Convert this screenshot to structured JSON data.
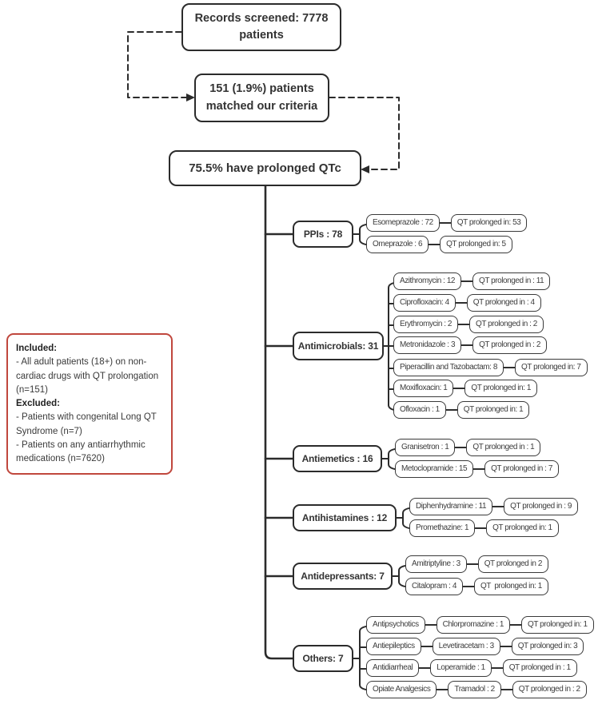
{
  "flow": {
    "records": "Records screened: 7778 patients",
    "matched": "151 (1.9%) patients matched our criteria",
    "qtc": "75.5% have prolonged QTc"
  },
  "criteria": {
    "included_label": "Included:",
    "included": [
      "- All adult patients (18+) on non-cardiac drugs with QT prolongation (n=151)"
    ],
    "excluded_label": "Excluded:",
    "excluded": [
      "- Patients with congenital Long QT Syndrome (n=7)",
      "- Patients on any antiarrhythmic medications (n=7620)"
    ]
  },
  "categories": [
    {
      "label": "PPIs : 78",
      "drugs": [
        {
          "name": "Esomeprazole : 72",
          "qt": "QT prolonged in: 53"
        },
        {
          "name": "Omeprazole : 6",
          "qt": "QT prolonged in: 5"
        }
      ]
    },
    {
      "label": "Antimicrobials: 31",
      "drugs": [
        {
          "name": "Azithromycin : 12",
          "qt": "QT prolonged in : 11"
        },
        {
          "name": "Ciprofloxacin: 4",
          "qt": "QT prolonged in : 4"
        },
        {
          "name": "Erythromycin : 2",
          "qt": "QT prolonged in : 2"
        },
        {
          "name": "Metronidazole : 3",
          "qt": "QT prolonged in : 2"
        },
        {
          "name": "Piperacillin and Tazobactam: 8",
          "qt": "QT prolonged in: 7"
        },
        {
          "name": "Moxifloxacin: 1",
          "qt": "QT prolonged in: 1"
        },
        {
          "name": "Ofloxacin : 1",
          "qt": "QT prolonged in: 1"
        }
      ]
    },
    {
      "label": "Antiemetics : 16",
      "drugs": [
        {
          "name": "Granisetron : 1",
          "qt": "QT prolonged in : 1"
        },
        {
          "name": "Metoclopramide : 15",
          "qt": "QT prolonged in : 7"
        }
      ]
    },
    {
      "label": "Antihistamines : 12",
      "drugs": [
        {
          "name": "Diphenhydramine : 11",
          "qt": "QT prolonged in : 9"
        },
        {
          "name": "Promethazine: 1",
          "qt": "QT prolonged in: 1"
        }
      ]
    },
    {
      "label": "Antidepressants: 7",
      "drugs": [
        {
          "name": "Amitriptyline : 3",
          "qt": "QT prolonged in 2"
        },
        {
          "name": "Citalopram : 4",
          "qt": "QT  prolonged in: 1"
        }
      ]
    },
    {
      "label": "Others: 7",
      "drugs": [
        {
          "class": "Antipsychotics",
          "name": "Chlorpromazine : 1",
          "qt": "QT prolonged in: 1"
        },
        {
          "class": "Antiepileptics",
          "name": "Levetiracetam : 3",
          "qt": "QT prolonged in: 3"
        },
        {
          "class": "Antidiarrheal",
          "name": "Loperamide : 1",
          "qt": "QT prolonged in : 1"
        },
        {
          "class": "Opiate Analgesics",
          "name": "Tramadol : 2",
          "qt": "QT prolonged in : 2"
        }
      ]
    }
  ],
  "colors": {
    "line": "#2b2b2b",
    "box_border": "#2f2f2f",
    "accent_red": "#c0473d",
    "text": "#3a3a3a",
    "background": "#ffffff"
  }
}
